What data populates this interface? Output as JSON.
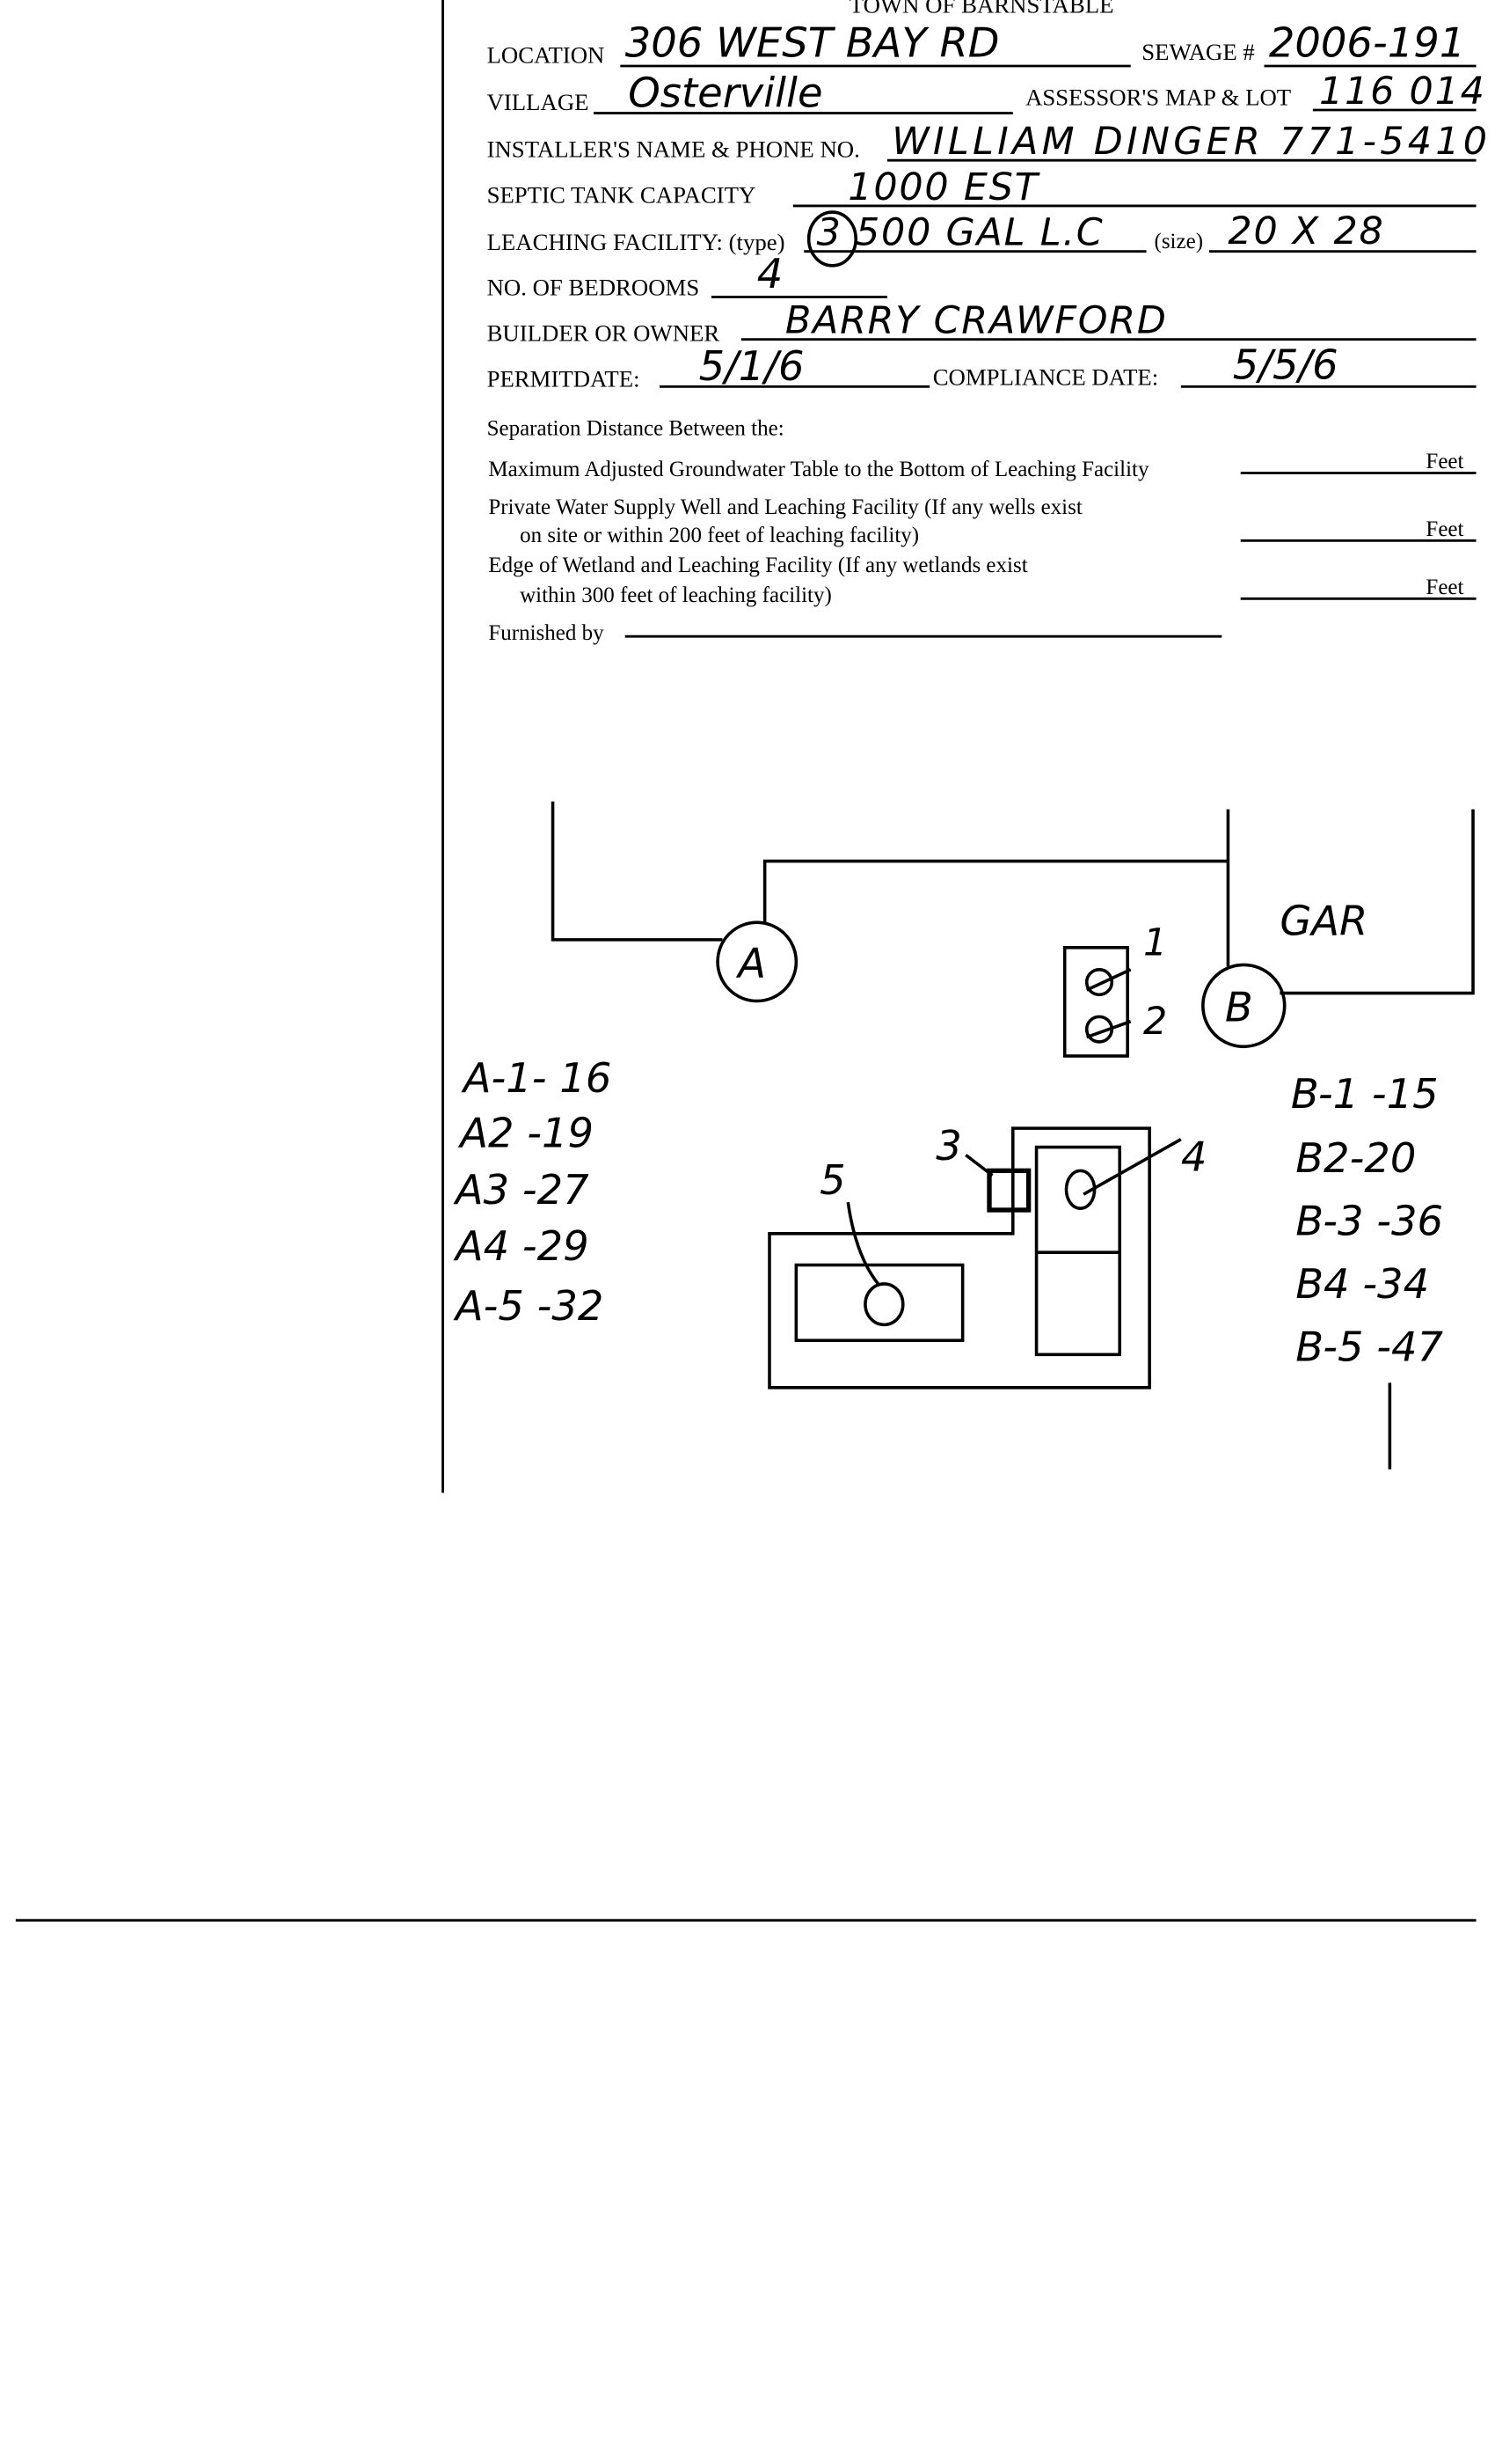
{
  "form": {
    "title": "TOWN OF BARNSTABLE",
    "fields": {
      "location": {
        "label": "LOCATION",
        "value": "306 WEST BAY RD"
      },
      "sewage": {
        "label": "SEWAGE #",
        "value": "2006-191"
      },
      "village": {
        "label": "VILLAGE",
        "value": "Osterville"
      },
      "map_lot": {
        "label": "ASSESSOR'S MAP & LOT",
        "value": "116 014"
      },
      "installer": {
        "label": "INSTALLER'S NAME & PHONE NO.",
        "value": "WILLIAM DINGER 771-5410"
      },
      "septic": {
        "label": "SEPTIC TANK CAPACITY",
        "value": "1000 EST"
      },
      "leaching": {
        "label": "LEACHING FACILITY: (type)",
        "value": "3 500 GAL L.C",
        "size_label": "(size)",
        "size_value": "20 X 28"
      },
      "bedrooms": {
        "label": "NO. OF BEDROOMS",
        "value": "4"
      },
      "builder": {
        "label": "BUILDER OR OWNER",
        "value": "BARRY CRAWFORD"
      },
      "permit_date": {
        "label": "PERMITDATE:",
        "value": "5/1/6"
      },
      "compliance_date": {
        "label": "COMPLIANCE DATE:",
        "value": "5/5/6"
      }
    },
    "separation": {
      "heading": "Separation Distance Between the:",
      "unit": "Feet",
      "rows": [
        {
          "line1": "Maximum Adjusted Groundwater Table to the Bottom of Leaching Facility",
          "line2": ""
        },
        {
          "line1": "Private Water Supply Well and Leaching Facility  (If any wells exist",
          "line2": "on site or within 200 feet of leaching facility)"
        },
        {
          "line1": "Edge of Wetland and Leaching Facility (If any wetlands exist",
          "line2": "within 300 feet of leaching facility)"
        }
      ],
      "furnished_by": "Furnished by"
    }
  },
  "sketch": {
    "labels": {
      "a": "A",
      "b": "B",
      "gar": "GAR",
      "n1": "1",
      "n2": "2",
      "n3": "3",
      "n4": "4",
      "n5": "5"
    },
    "a_readings": [
      "A-1- 16",
      "A2 -19",
      "A3 -27",
      "A4 -29",
      "A-5 -32"
    ],
    "b_readings": [
      "B-1 -15",
      "B2-20",
      "B-3 -36",
      "B4 -34",
      "B-5 -47"
    ]
  }
}
